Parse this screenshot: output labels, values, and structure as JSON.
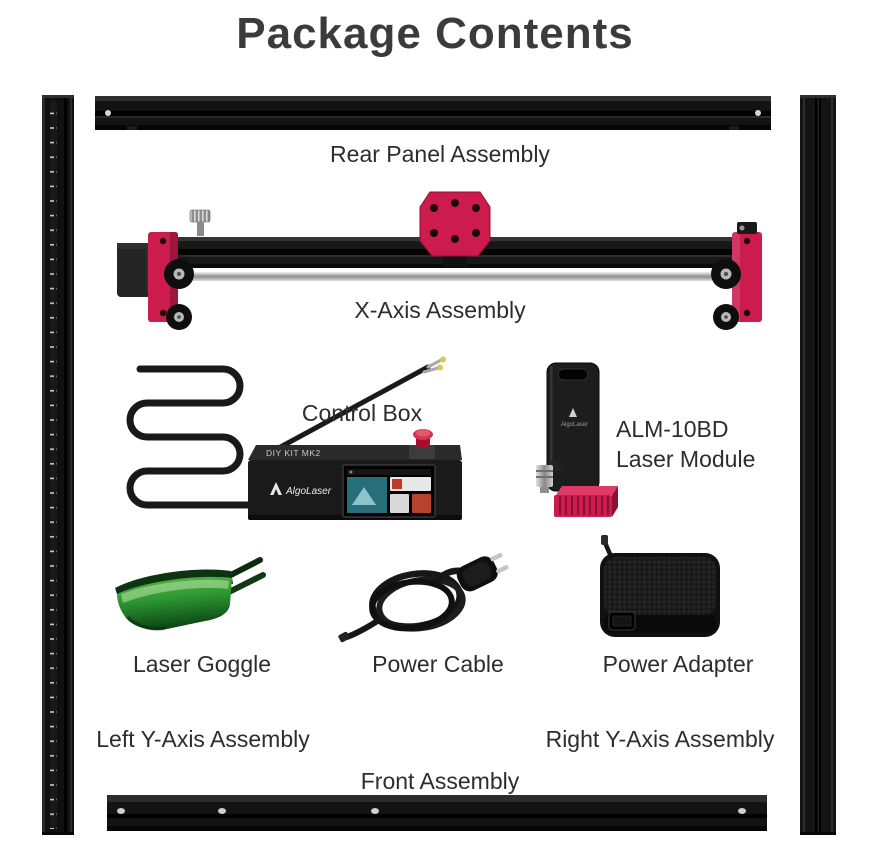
{
  "page": {
    "title": "Package Contents"
  },
  "parts": {
    "rear_panel": {
      "label": "Rear Panel Assembly"
    },
    "x_axis": {
      "label": "X-Axis Assembly"
    },
    "control_box": {
      "label": "Control Box",
      "device_text": "DIY KIT MK2",
      "device_brand": "AlgoLaser"
    },
    "laser_module": {
      "label_model": "ALM-10BD",
      "label_name": "Laser Module",
      "device_brand": "AlgoLaser"
    },
    "laser_goggle": {
      "label": "Laser Goggle"
    },
    "power_cable": {
      "label": "Power Cable"
    },
    "power_adapter": {
      "label": "Power Adapter"
    },
    "left_y_axis": {
      "label": "Left Y-Axis Assembly"
    },
    "right_y_axis": {
      "label": "Right Y-Axis Assembly"
    },
    "front_assembly": {
      "label": "Front Assembly"
    }
  },
  "colors": {
    "accent_red": "#cc1b4d",
    "goggle_green": "#2f9a33",
    "rail_black": "#131313",
    "text": "#2d2d2d",
    "title": "#3b3b3b",
    "connector_yellow": "#ddc94f"
  }
}
